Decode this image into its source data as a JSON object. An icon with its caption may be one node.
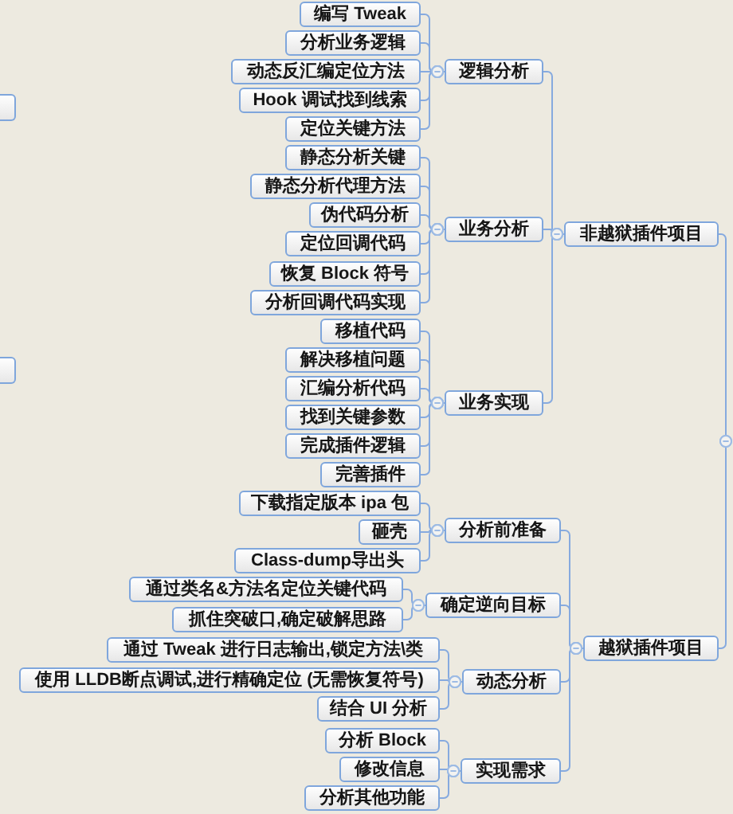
{
  "diagram": {
    "nodes": [
      {
        "text": [
          "非越狱插件项目"
        ]
      },
      {
        "text": [
          "逻辑分析"
        ]
      },
      {
        "text": [
          "编写 Tweak"
        ]
      },
      {
        "text": [
          "分析业务逻辑"
        ]
      },
      {
        "text": [
          "动态反汇编定位方法"
        ]
      },
      {
        "text": [
          "Hook 调试找到线索"
        ]
      },
      {
        "text": [
          "定位关键方法"
        ]
      },
      {
        "text": [
          "业务分析"
        ]
      },
      {
        "text": [
          "静态分析关键"
        ]
      },
      {
        "text": [
          "静态分析代理方法"
        ]
      },
      {
        "text": [
          "伪代码分析"
        ]
      },
      {
        "text": [
          "定位回调代码"
        ]
      },
      {
        "text": [
          "恢复 Block 符号"
        ]
      },
      {
        "text": [
          "分析回调代码实现"
        ]
      },
      {
        "text": [
          "业务实现"
        ]
      },
      {
        "text": [
          "移植代码"
        ]
      },
      {
        "text": [
          "解决移植问题"
        ]
      },
      {
        "text": [
          "汇编分析代码"
        ]
      },
      {
        "text": [
          "找到关键参数"
        ]
      },
      {
        "text": [
          "完成插件逻辑"
        ]
      },
      {
        "text": [
          "完善插件"
        ]
      },
      {
        "text": [
          "越狱插件项目"
        ]
      },
      {
        "text": [
          "分析前准备"
        ]
      },
      {
        "text": [
          "下载指定版本 ipa 包"
        ]
      },
      {
        "text": [
          "砸壳"
        ]
      },
      {
        "text": [
          "Class-dump导出头"
        ]
      },
      {
        "text": [
          "确定逆向目标"
        ]
      },
      {
        "text": [
          "通过类名&方法名定位关键代码"
        ]
      },
      {
        "text": [
          "抓住突破口,确定破解思路"
        ]
      },
      {
        "text": [
          "动态分析"
        ]
      },
      {
        "text": [
          "通过 Tweak 进行日志输出,锁定方法\\类"
        ]
      },
      {
        "text": [
          "使用 LLDB断点调试,进行精确定位 (无需恢复符号)"
        ]
      },
      {
        "text": [
          "结合 UI 分析"
        ]
      },
      {
        "text": [
          "实现需求"
        ]
      },
      {
        "text": [
          "分析 Block"
        ]
      },
      {
        "text": [
          "修改信息"
        ]
      },
      {
        "text": [
          "分析其他功能"
        ]
      },
      {
        "text": [],
        "shape": "box"
      },
      {
        "text": [],
        "shape": "box"
      }
    ],
    "edges": [
      {
        "from": null,
        "to": 0,
        "arrow": "other"
      },
      {
        "from": null,
        "to": 21,
        "arrow": "other"
      },
      {
        "from": 0,
        "to": 1,
        "arrow": "other"
      },
      {
        "from": 0,
        "to": 7,
        "arrow": "other"
      },
      {
        "from": 0,
        "to": 14,
        "arrow": "other"
      },
      {
        "from": 1,
        "to": 2,
        "arrow": "other"
      },
      {
        "from": 1,
        "to": 3,
        "arrow": "other"
      },
      {
        "from": 1,
        "to": 4,
        "arrow": "other"
      },
      {
        "from": 1,
        "to": 5,
        "arrow": "other"
      },
      {
        "from": 1,
        "to": 6,
        "arrow": "other"
      },
      {
        "from": 7,
        "to": 8,
        "arrow": "other"
      },
      {
        "from": 7,
        "to": 9,
        "arrow": "other"
      },
      {
        "from": 7,
        "to": 10,
        "arrow": "other"
      },
      {
        "from": 7,
        "to": 11,
        "arrow": "other"
      },
      {
        "from": 7,
        "to": 12,
        "arrow": "other"
      },
      {
        "from": 7,
        "to": 13,
        "arrow": "other"
      },
      {
        "from": 14,
        "to": 15,
        "arrow": "other"
      },
      {
        "from": 14,
        "to": 16,
        "arrow": "other"
      },
      {
        "from": 14,
        "to": 17,
        "arrow": "other"
      },
      {
        "from": 14,
        "to": 18,
        "arrow": "other"
      },
      {
        "from": 14,
        "to": 19,
        "arrow": "other"
      },
      {
        "from": 14,
        "to": 20,
        "arrow": "other"
      },
      {
        "from": 21,
        "to": 22,
        "arrow": "other"
      },
      {
        "from": 21,
        "to": 26,
        "arrow": "other"
      },
      {
        "from": 21,
        "to": 29,
        "arrow": "other"
      },
      {
        "from": 21,
        "to": 33,
        "arrow": "other"
      },
      {
        "from": 22,
        "to": 23,
        "arrow": "other"
      },
      {
        "from": 22,
        "to": 24,
        "arrow": "other"
      },
      {
        "from": 22,
        "to": 25,
        "arrow": "other"
      },
      {
        "from": 26,
        "to": 27,
        "arrow": "other"
      },
      {
        "from": 26,
        "to": 28,
        "arrow": "other"
      },
      {
        "from": 29,
        "to": 30,
        "arrow": "other"
      },
      {
        "from": 29,
        "to": 31,
        "arrow": "other"
      },
      {
        "from": 29,
        "to": 32,
        "arrow": "other"
      },
      {
        "from": 33,
        "to": 34,
        "arrow": "other"
      },
      {
        "from": 33,
        "to": 35,
        "arrow": "other"
      },
      {
        "from": 33,
        "to": 36,
        "arrow": "other"
      }
    ]
  }
}
